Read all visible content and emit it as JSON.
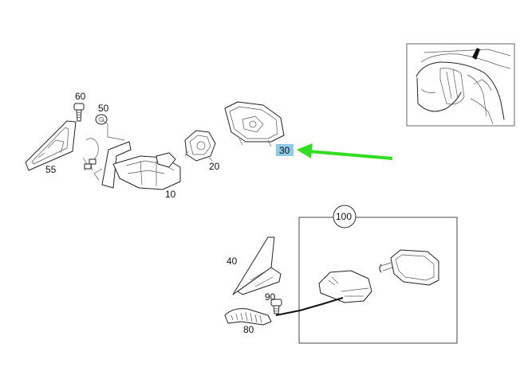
{
  "diagram": {
    "highlight_color": "#8ecae6",
    "arrow_color": "#33dd22",
    "highlighted_part": "30",
    "parts": [
      {
        "id": "p60",
        "label": "60",
        "icon": "screw"
      },
      {
        "id": "p50",
        "label": "50",
        "icon": "grommet"
      },
      {
        "id": "p55",
        "label": "55",
        "icon": "mirror-cover-panel"
      },
      {
        "id": "p10",
        "label": "10",
        "icon": "mirror-housing-assembly"
      },
      {
        "id": "p20",
        "label": "20",
        "icon": "adjustment-motor"
      },
      {
        "id": "p30",
        "label": "30",
        "icon": "mirror-glass"
      },
      {
        "id": "p40",
        "label": "40",
        "icon": "triangle-cover"
      },
      {
        "id": "p90",
        "label": "90",
        "icon": "screw"
      },
      {
        "id": "p80",
        "label": "80",
        "icon": "turn-signal-lamp"
      },
      {
        "id": "p100",
        "label": "100",
        "icon": "complete-mirror-assembly"
      }
    ],
    "thumbnail": {
      "icon": "vehicle-thumbnail"
    }
  }
}
